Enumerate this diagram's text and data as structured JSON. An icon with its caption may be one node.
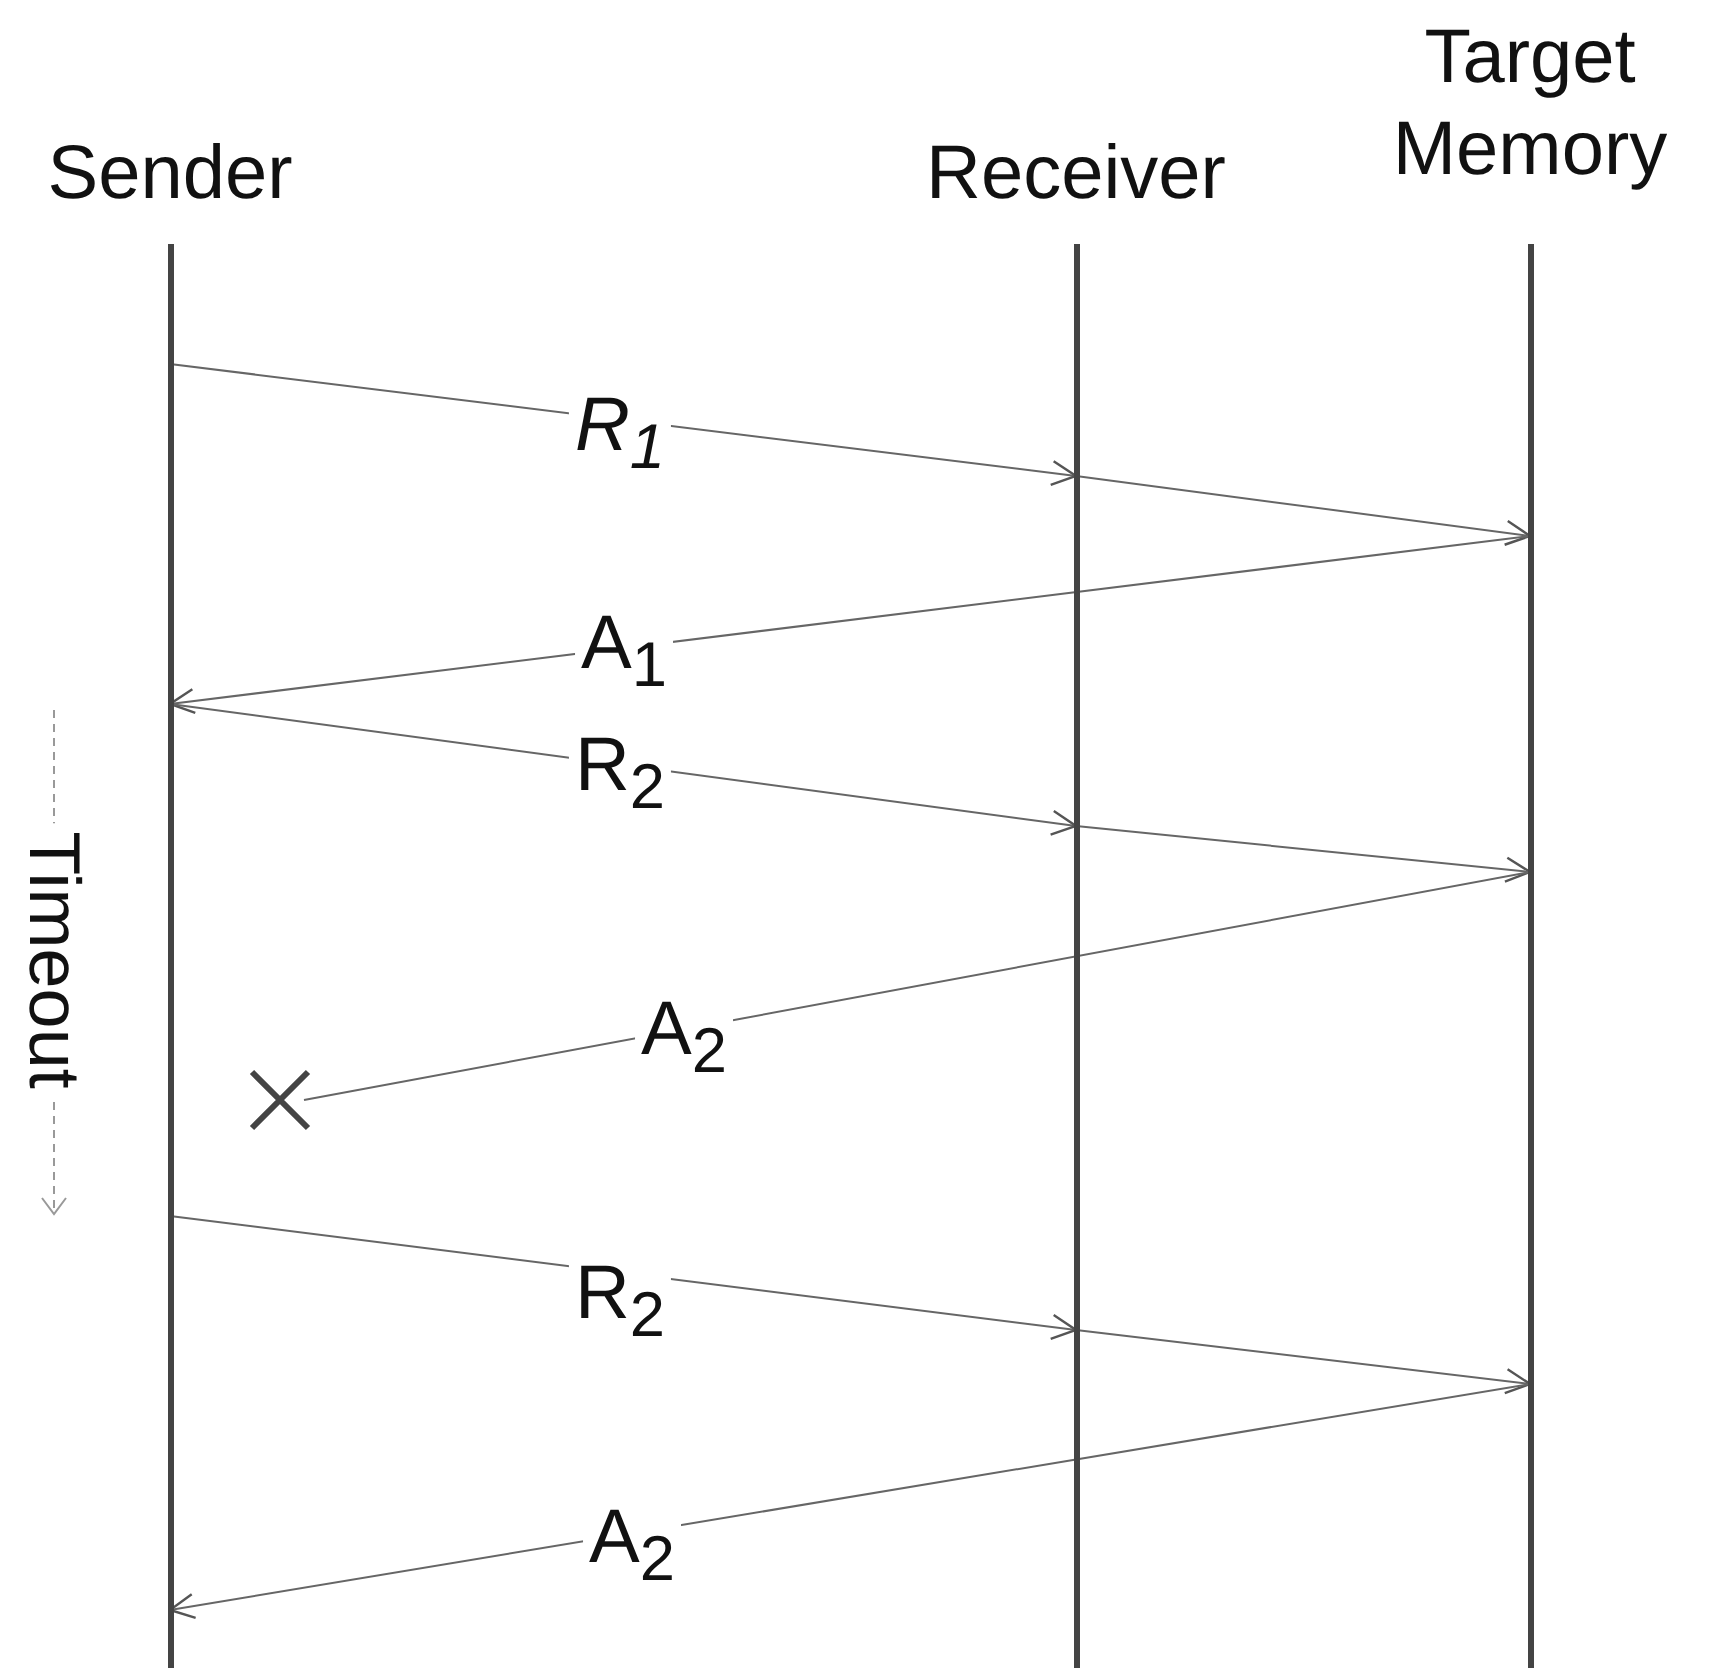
{
  "diagram": {
    "nodes": [
      {
        "text": [
          "Sender"
        ]
      },
      {
        "text": [
          "Receiver"
        ]
      },
      {
        "text": [
          "Target Memory"
        ]
      },
      {
        "text": [],
        "shape": "cross"
      }
    ],
    "edges": [
      {
        "from": 0,
        "to": 1,
        "label": "R$_{1}$",
        "arrow": "to"
      },
      {
        "from": 1,
        "to": 2,
        "arrow": "to"
      },
      {
        "from": 2,
        "to": 0,
        "label": "A$_{1}$",
        "arrow": "to"
      },
      {
        "from": 0,
        "to": 1,
        "label": "R$_{2}$",
        "arrow": "to"
      },
      {
        "from": 1,
        "to": 2,
        "arrow": "to"
      },
      {
        "from": 2,
        "to": 3,
        "label": "A$_{2}$",
        "arrow": "none"
      },
      {
        "from": 0,
        "to": 1,
        "label": "R$_{2}$",
        "arrow": "to"
      },
      {
        "from": 1,
        "to": 2,
        "arrow": "to"
      },
      {
        "from": 2,
        "to": 0,
        "label": "A$_{2}$",
        "arrow": "to"
      }
    ],
    "labels": [
      "Timeout"
    ]
  }
}
